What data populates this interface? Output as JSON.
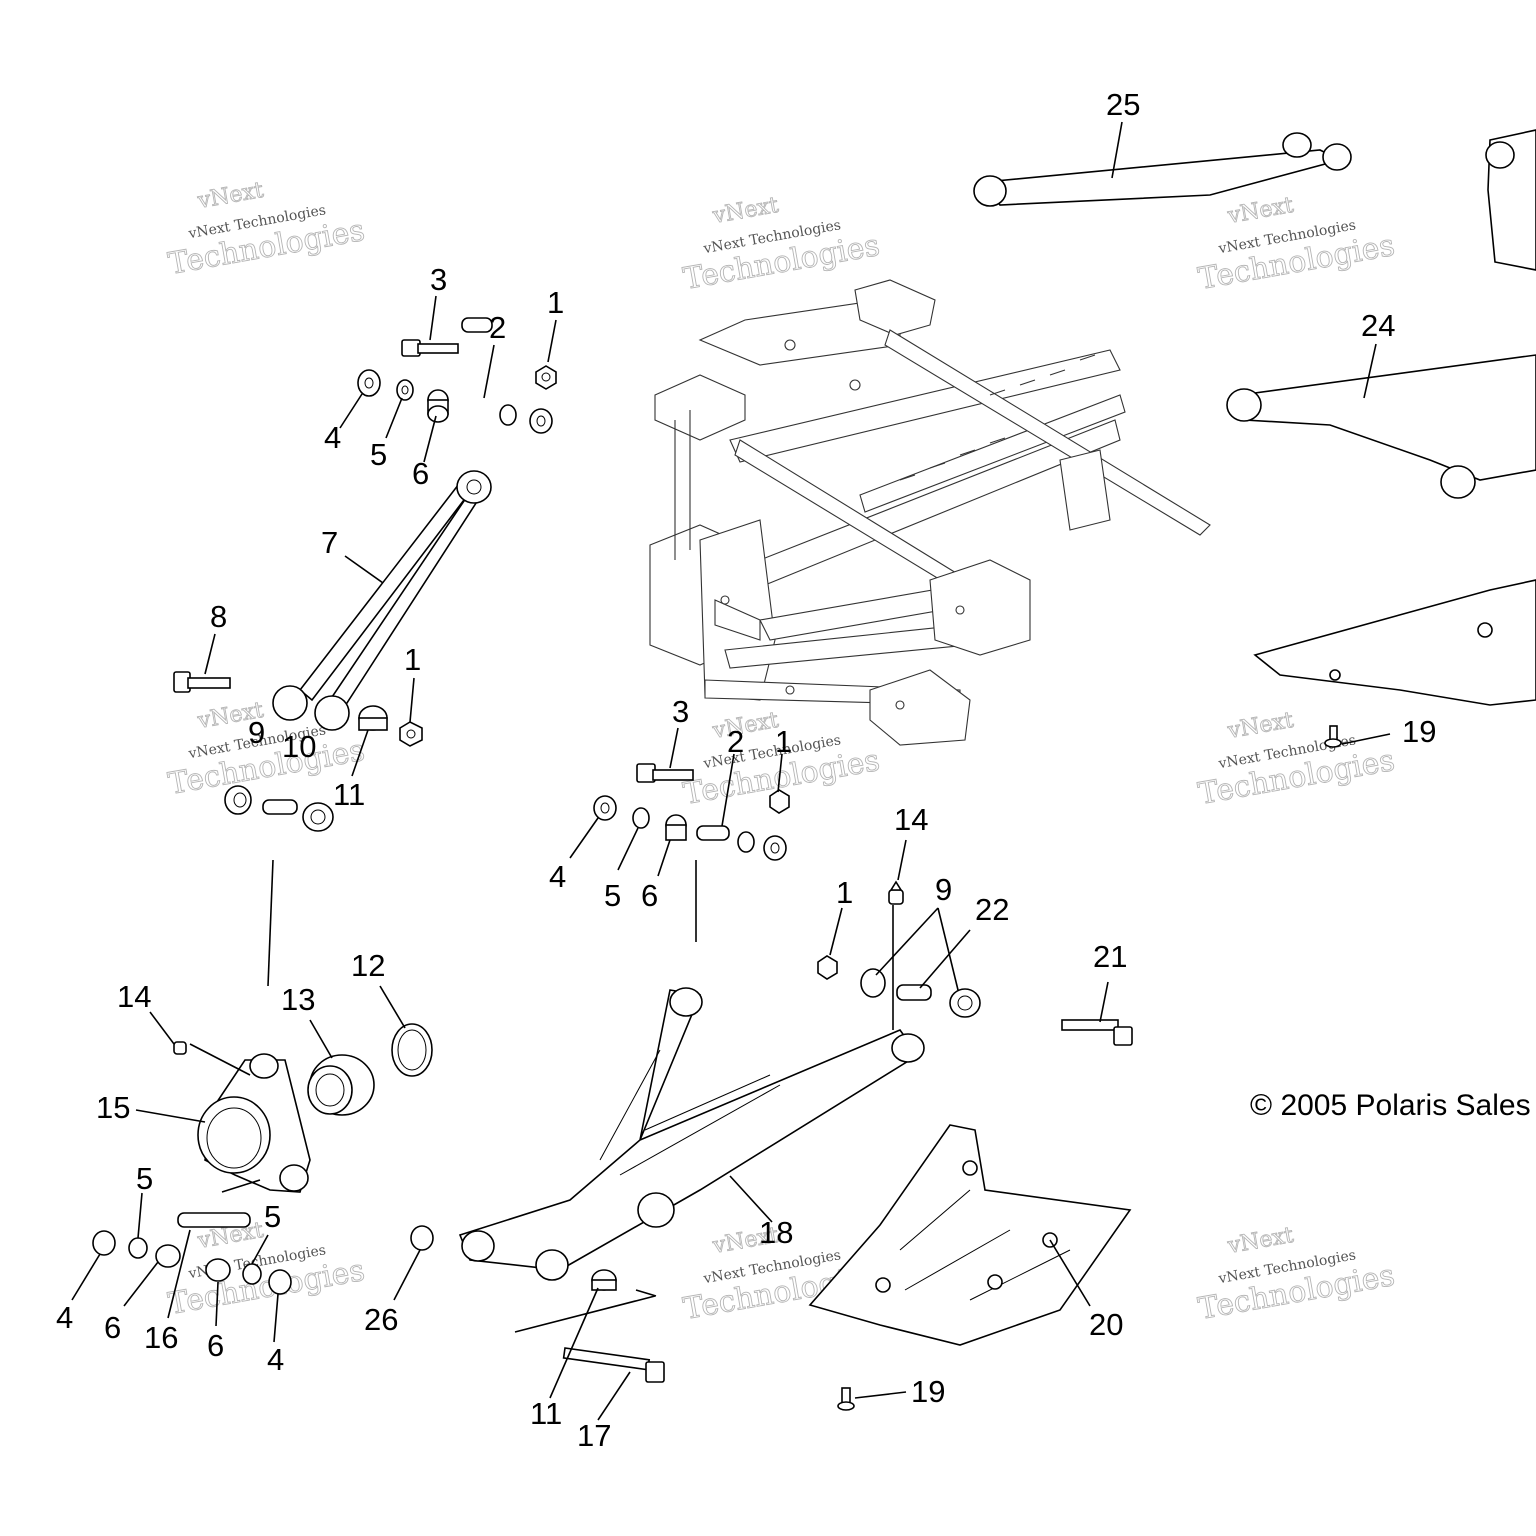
{
  "copyright": "© 2005 Polaris Sales",
  "watermark": {
    "line_big_1": "vNext",
    "line_small": "vNext Technologies",
    "line_big_2": "Technologies"
  },
  "callouts": [
    {
      "id": "c3a",
      "label": "3"
    },
    {
      "id": "c2a",
      "label": "2"
    },
    {
      "id": "c1a",
      "label": "1"
    },
    {
      "id": "c4a",
      "label": "4"
    },
    {
      "id": "c5a",
      "label": "5"
    },
    {
      "id": "c6a",
      "label": "6"
    },
    {
      "id": "c7",
      "label": "7"
    },
    {
      "id": "c8",
      "label": "8"
    },
    {
      "id": "c1b",
      "label": "1"
    },
    {
      "id": "c9a",
      "label": "9"
    },
    {
      "id": "c10",
      "label": "10"
    },
    {
      "id": "c11a",
      "label": "11"
    },
    {
      "id": "c3b",
      "label": "3"
    },
    {
      "id": "c2b",
      "label": "2"
    },
    {
      "id": "c1c",
      "label": "1"
    },
    {
      "id": "c4b",
      "label": "4"
    },
    {
      "id": "c5b",
      "label": "5"
    },
    {
      "id": "c6b",
      "label": "6"
    },
    {
      "id": "c14a",
      "label": "14"
    },
    {
      "id": "c1d",
      "label": "1"
    },
    {
      "id": "c9b",
      "label": "9"
    },
    {
      "id": "c22",
      "label": "22"
    },
    {
      "id": "c21",
      "label": "21"
    },
    {
      "id": "c25",
      "label": "25"
    },
    {
      "id": "c24",
      "label": "24"
    },
    {
      "id": "c19a",
      "label": "19"
    },
    {
      "id": "c12",
      "label": "12"
    },
    {
      "id": "c14b",
      "label": "14"
    },
    {
      "id": "c13",
      "label": "13"
    },
    {
      "id": "c15",
      "label": "15"
    },
    {
      "id": "c5c",
      "label": "5"
    },
    {
      "id": "c5d",
      "label": "5"
    },
    {
      "id": "c4c",
      "label": "4"
    },
    {
      "id": "c6c",
      "label": "6"
    },
    {
      "id": "c16",
      "label": "16"
    },
    {
      "id": "c6d",
      "label": "6"
    },
    {
      "id": "c4d",
      "label": "4"
    },
    {
      "id": "c26",
      "label": "26"
    },
    {
      "id": "c18",
      "label": "18"
    },
    {
      "id": "c11b",
      "label": "11"
    },
    {
      "id": "c17",
      "label": "17"
    },
    {
      "id": "c20",
      "label": "20"
    },
    {
      "id": "c19b",
      "label": "19"
    }
  ]
}
